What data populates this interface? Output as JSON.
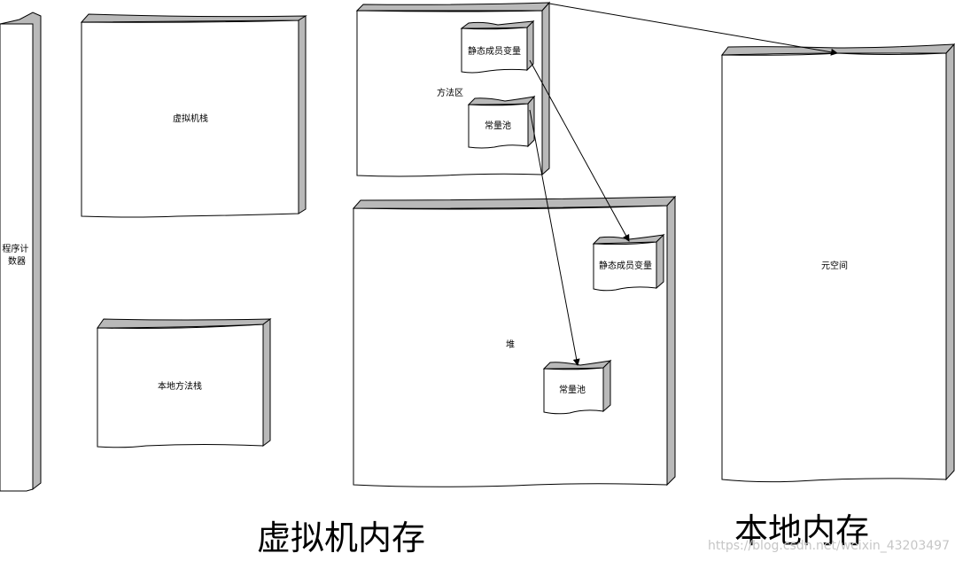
{
  "blocks": {
    "program_counter": "程序计\n数器",
    "vm_stack": "虚拟机栈",
    "native_method_stack": "本地方法栈",
    "method_area": "方法区",
    "method_area_static_vars": "静态成员变量",
    "method_area_constant_pool": "常量池",
    "heap": "堆",
    "heap_static_vars": "静态成员变量",
    "heap_constant_pool": "常量池",
    "metaspace": "元空间"
  },
  "captions": {
    "vm_memory": "虚拟机内存",
    "native_memory": "本地内存"
  },
  "watermark": "https://blog.csdn.net/weixin_43203497",
  "colors": {
    "face": "#ffffff",
    "rim": "#b9b9b9",
    "stroke": "#000000"
  }
}
